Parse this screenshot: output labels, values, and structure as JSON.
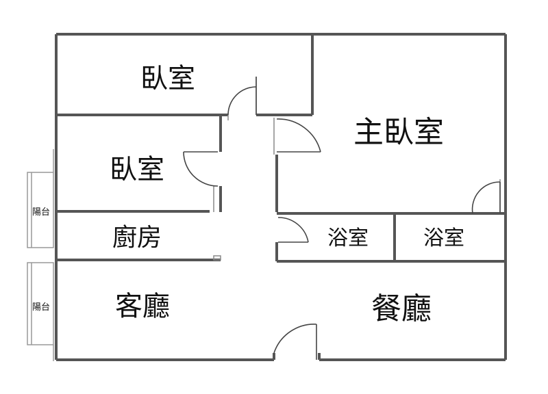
{
  "floorplan": {
    "wall_color": "#555555",
    "thin_color": "#888888",
    "rooms": {
      "bedroom_top": "臥室",
      "bedroom_mid": "臥室",
      "master_bedroom": "主臥室",
      "kitchen": "廚房",
      "bathroom_1": "浴室",
      "bathroom_2": "浴室",
      "living_room": "客廳",
      "dining_room": "餐廳",
      "balcony_1": "陽台",
      "balcony_2": "陽台"
    }
  }
}
